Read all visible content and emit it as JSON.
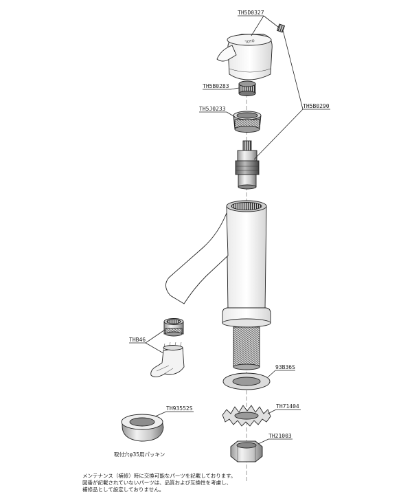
{
  "parts": {
    "lever_handle": "TH5D0327",
    "cartridge_set": "TH5B0290",
    "top_ring": "TH5B0283",
    "cap_nut": "TH5J0233",
    "aerator": "THB46",
    "washer": "93B36S",
    "lock_washer": "TH71404",
    "nut": "TH21003",
    "mount_packing": "TH93552S"
  },
  "packing_caption": "取付穴φ35用パッキン",
  "handle_logo": "TOTO",
  "notes": [
    "メンテナンス（補修）時に交換可能なパーツを記載しております。",
    "図番が記載されていないパーツは、品質および互換性を考慮し、",
    "補修品として設定しておりません。"
  ]
}
